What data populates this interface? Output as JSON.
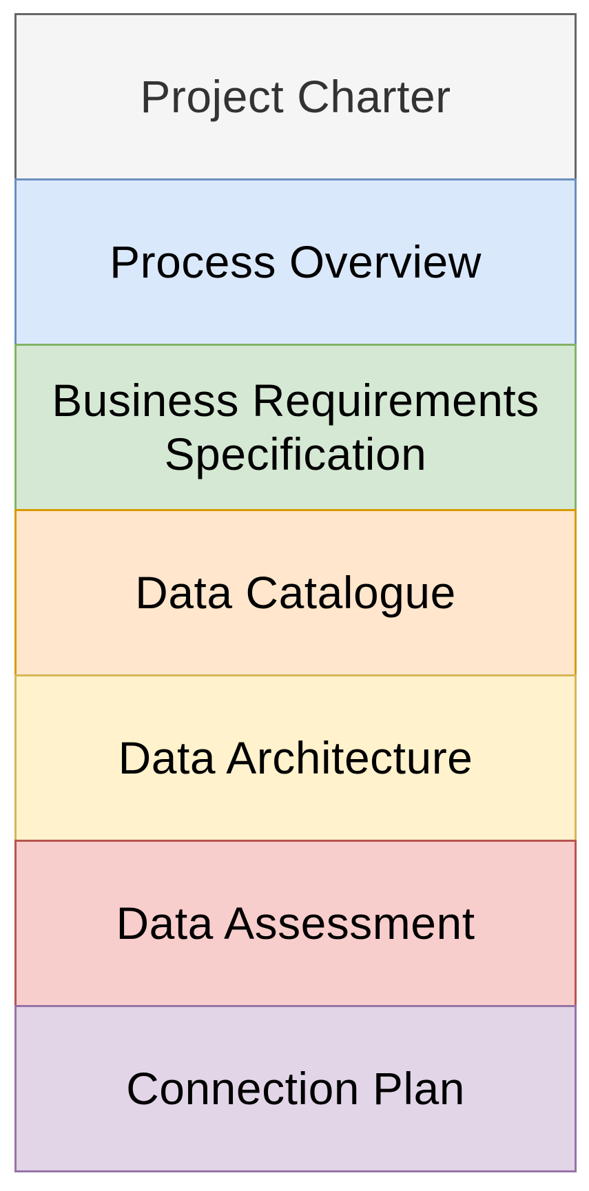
{
  "page": {
    "background_color": "#ffffff"
  },
  "diagram": {
    "type": "stacked-process-boxes",
    "boxes": [
      {
        "id": "project-charter",
        "label": "Project Charter",
        "fill": "#f5f5f5",
        "stroke": "#666666",
        "text_color": "#333333"
      },
      {
        "id": "process-overview",
        "label": "Process Overview",
        "fill": "#dae8fc",
        "stroke": "#6c8ebf",
        "text_color": "#000000"
      },
      {
        "id": "business-requirements-specification",
        "label": "Business Requirements Specification",
        "fill": "#d5e8d4",
        "stroke": "#82b366",
        "text_color": "#000000"
      },
      {
        "id": "data-catalogue",
        "label": "Data Catalogue",
        "fill": "#ffe6cc",
        "stroke": "#d79b00",
        "text_color": "#000000"
      },
      {
        "id": "data-architecture",
        "label": "Data Architecture",
        "fill": "#fff2cc",
        "stroke": "#d6b656",
        "text_color": "#000000"
      },
      {
        "id": "data-assessment",
        "label": "Data Assessment",
        "fill": "#f8cecc",
        "stroke": "#b85450",
        "text_color": "#000000"
      },
      {
        "id": "connection-plan",
        "label": "Connection Plan",
        "fill": "#e1d5e7",
        "stroke": "#9673a6",
        "text_color": "#000000"
      }
    ]
  }
}
